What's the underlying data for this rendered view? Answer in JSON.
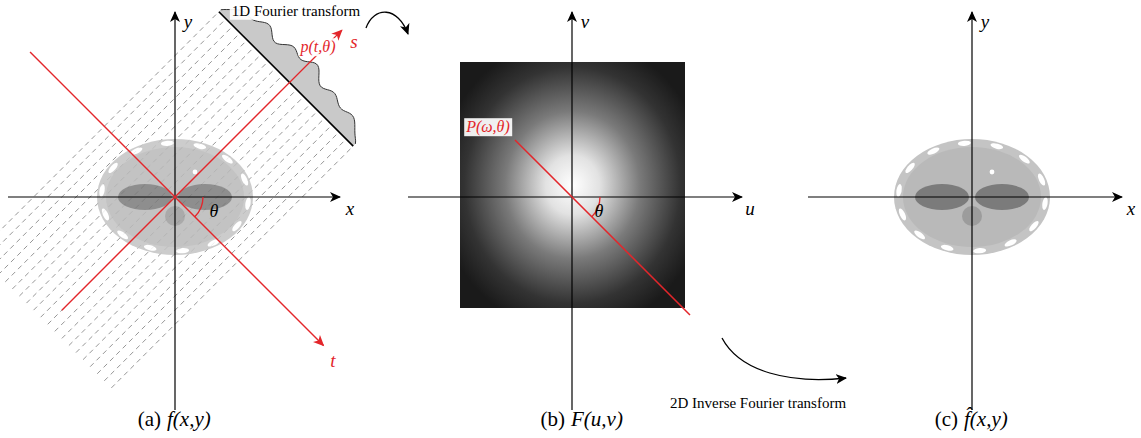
{
  "diagram": {
    "labels": [
      "1D Fourier transform",
      "y",
      "s",
      "p(t,θ)",
      "x",
      "θ",
      "t",
      "P(ω,θ)",
      "v",
      "u",
      "θ",
      "y",
      "x",
      "2D Inverse Fourier transform",
      "(a)",
      "f(x,y)",
      "(b)",
      "F(u,v)",
      "(c)",
      "f̂(x,y)"
    ]
  }
}
